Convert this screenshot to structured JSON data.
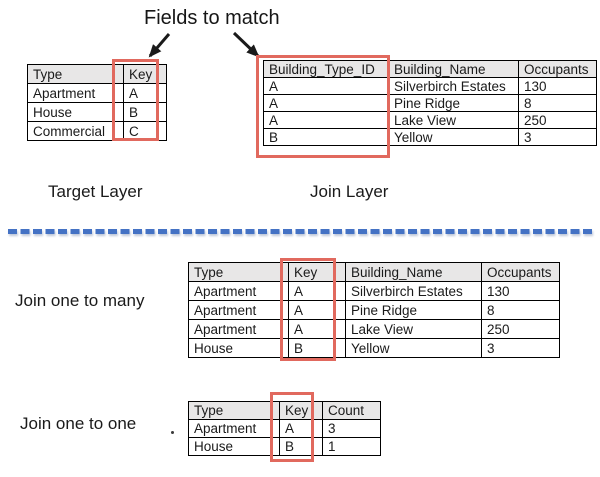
{
  "colors": {
    "accent_red": "#E1695E",
    "dash_blue": "#4472C4",
    "header_gray": "#E8E7E7"
  },
  "annotation": {
    "label": "Fields to match"
  },
  "top_section": {
    "target_caption": "Target Layer",
    "join_caption": "Join Layer",
    "target_table": {
      "headers": [
        "Type",
        "Key"
      ],
      "rows": [
        [
          "Apartment",
          "A"
        ],
        [
          "House",
          "B"
        ],
        [
          "Commercial",
          "C"
        ]
      ]
    },
    "join_table": {
      "headers": [
        "Building_Type_ID",
        "Building_Name",
        "Occupants"
      ],
      "rows": [
        [
          "A",
          "Silverbirch Estates",
          "130"
        ],
        [
          "A",
          "Pine Ridge",
          "8"
        ],
        [
          "A",
          "Lake View",
          "250"
        ],
        [
          "B",
          "Yellow",
          "3"
        ]
      ]
    }
  },
  "bottom_section": {
    "one_to_many_label": "Join one to many",
    "one_to_many_table": {
      "headers": [
        "Type",
        "Key",
        "Building_Name",
        "Occupants"
      ],
      "rows": [
        [
          "Apartment",
          "A",
          "Silverbirch Estates",
          "130"
        ],
        [
          "Apartment",
          "A",
          "Pine Ridge",
          "8"
        ],
        [
          "Apartment",
          "A",
          "Lake View",
          "250"
        ],
        [
          "House",
          "B",
          "Yellow",
          "3"
        ]
      ]
    },
    "one_to_one_label": "Join one to one",
    "one_to_one_table": {
      "headers": [
        "Type",
        "Key",
        "Count"
      ],
      "rows": [
        [
          "Apartment",
          "A",
          "3"
        ],
        [
          "House",
          "B",
          "1"
        ]
      ]
    }
  }
}
